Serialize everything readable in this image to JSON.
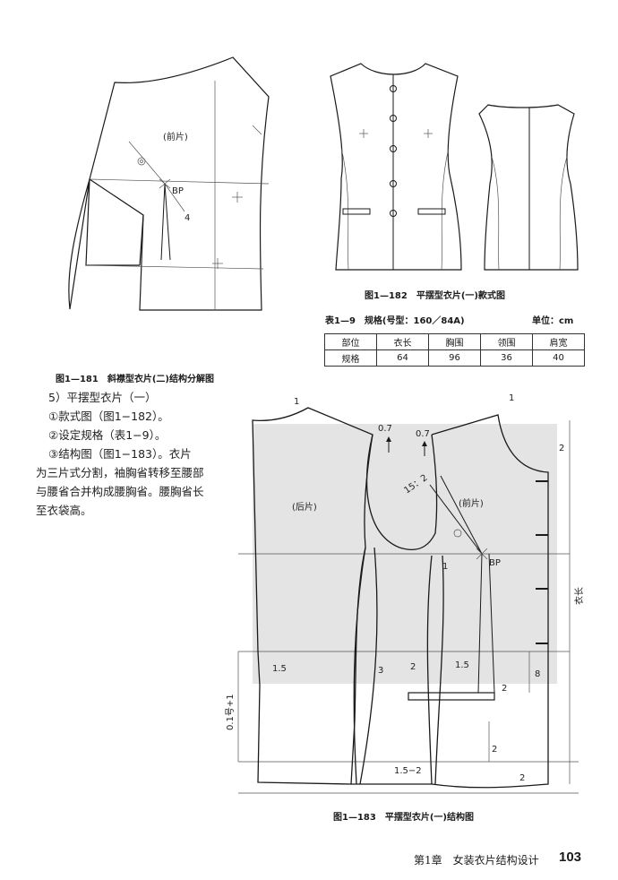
{
  "fig181": {
    "label_front": "(前片)",
    "label_bp": "BP",
    "label_4": "4",
    "caption": "图1—181　斜襟型衣片(二)结构分解图"
  },
  "fig182": {
    "caption": "图1—182　平摆型衣片(一)款式图"
  },
  "table": {
    "title": "表1—9　规格(号型：160／84A)",
    "unit": "单位：cm",
    "headers": [
      "部位",
      "衣长",
      "胸围",
      "领围",
      "肩宽"
    ],
    "row": [
      "规格",
      "64",
      "96",
      "36",
      "40"
    ]
  },
  "text": {
    "line1": "5）平摆型衣片（一）",
    "line2": "①款式图（图1−182）。",
    "line3": "②设定规格（表1−9）。",
    "line4": "③结构图（图1−183）。衣片",
    "line5": "为三片式分割，袖胸省转移至腰部",
    "line6": "与腰省合并构成腰胸省。腰胸省长",
    "line7": "至衣袋高。"
  },
  "fig183": {
    "back": "(后片)",
    "front": "(前片)",
    "bp": "BP",
    "dim_07a": "0.7",
    "dim_07b": "0.7",
    "dim_15": "15：2",
    "dim_1a": "1",
    "dim_1b": "1",
    "dim_1c": "1",
    "dim_2a": "2",
    "dim_2b": "2",
    "dim_2c": "2",
    "dim_2d": "2",
    "dim_2e": "2",
    "dim_3": "3",
    "dim_15a": "1.5",
    "dim_15b": "1.5",
    "dim_152": "1.5−2",
    "dim_8": "8",
    "dim_len": "衣长",
    "dim_01": "0.1号+1",
    "caption": "图1—183　平摆型衣片(一)结构图"
  },
  "footer": {
    "chapter": "第1章　女装衣片结构设计",
    "page": "103"
  }
}
